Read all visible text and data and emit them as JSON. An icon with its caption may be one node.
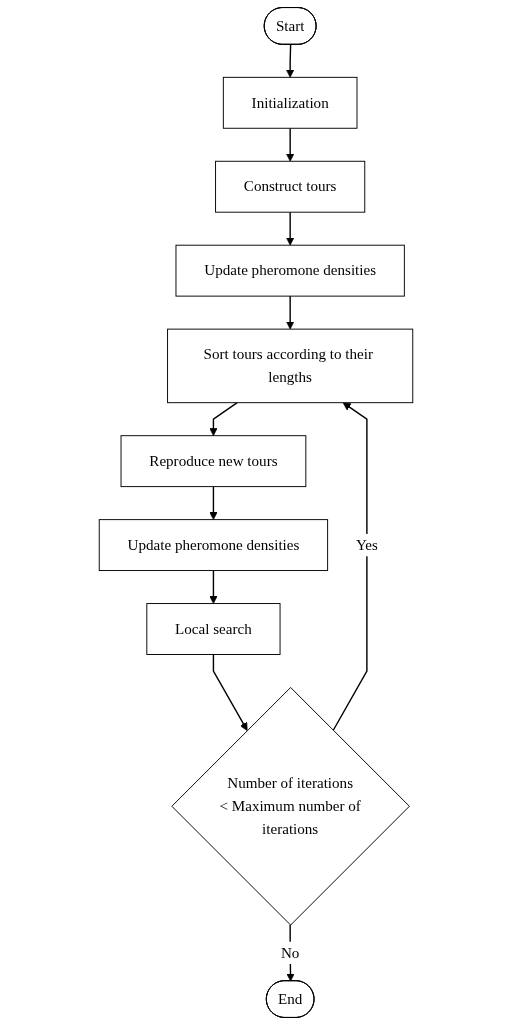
{
  "diagram": {
    "nodes": [
      {
        "text": [
          "Start"
        ]
      },
      {
        "text": [
          "Initialization"
        ]
      },
      {
        "text": [
          "Construct tours"
        ]
      },
      {
        "text": [
          "Update pheromone densities"
        ]
      },
      {
        "text": [
          "Sort tours according to their lengths"
        ]
      },
      {
        "text": [
          "Reproduce new tours"
        ]
      },
      {
        "text": [
          "Update pheromone densities"
        ]
      },
      {
        "text": [
          "Local search"
        ]
      },
      {
        "text": [
          "Number of iterations < Maximum number of iterations"
        ]
      },
      {
        "text": [
          "End"
        ]
      }
    ],
    "edges": [
      {
        "from": 0,
        "to": 1,
        "arrow": "to"
      },
      {
        "from": 1,
        "to": 2,
        "arrow": "to"
      },
      {
        "from": 2,
        "to": 3,
        "arrow": "to"
      },
      {
        "from": 3,
        "to": 4,
        "arrow": "to"
      },
      {
        "from": 4,
        "to": 5,
        "arrow": "to"
      },
      {
        "from": 5,
        "to": 6,
        "arrow": "to"
      },
      {
        "from": 6,
        "to": 7,
        "arrow": "to"
      },
      {
        "from": 7,
        "to": 8,
        "arrow": "to"
      },
      {
        "from": 8,
        "to": 4,
        "arrow": "to",
        "label": "Yes"
      },
      {
        "from": 8,
        "to": 9,
        "arrow": "to",
        "label": "No"
      }
    ]
  }
}
